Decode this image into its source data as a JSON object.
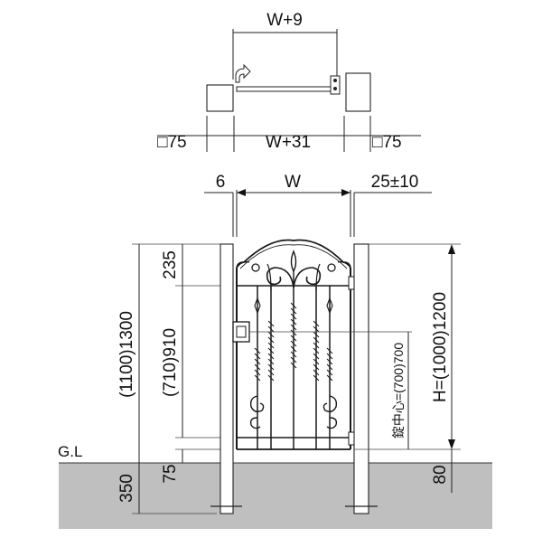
{
  "plan": {
    "top_width": "W+9",
    "left_post": "□75",
    "mid_width": "W+31",
    "right_post": "□75"
  },
  "elevation": {
    "gap_left": "6",
    "width": "W",
    "gap_right": "25±10",
    "left_dims": {
      "total": "(1100)1300",
      "top": "235",
      "body": "(710)910",
      "bottom": "75",
      "embed": "350"
    },
    "ground_label": "G.L",
    "right_dims": {
      "height": "H=(1000)1200",
      "lock_center": "錠中心=(700)700",
      "bottom": "80"
    }
  },
  "colors": {
    "ground": "#bfbfbf",
    "line": "#222222"
  }
}
